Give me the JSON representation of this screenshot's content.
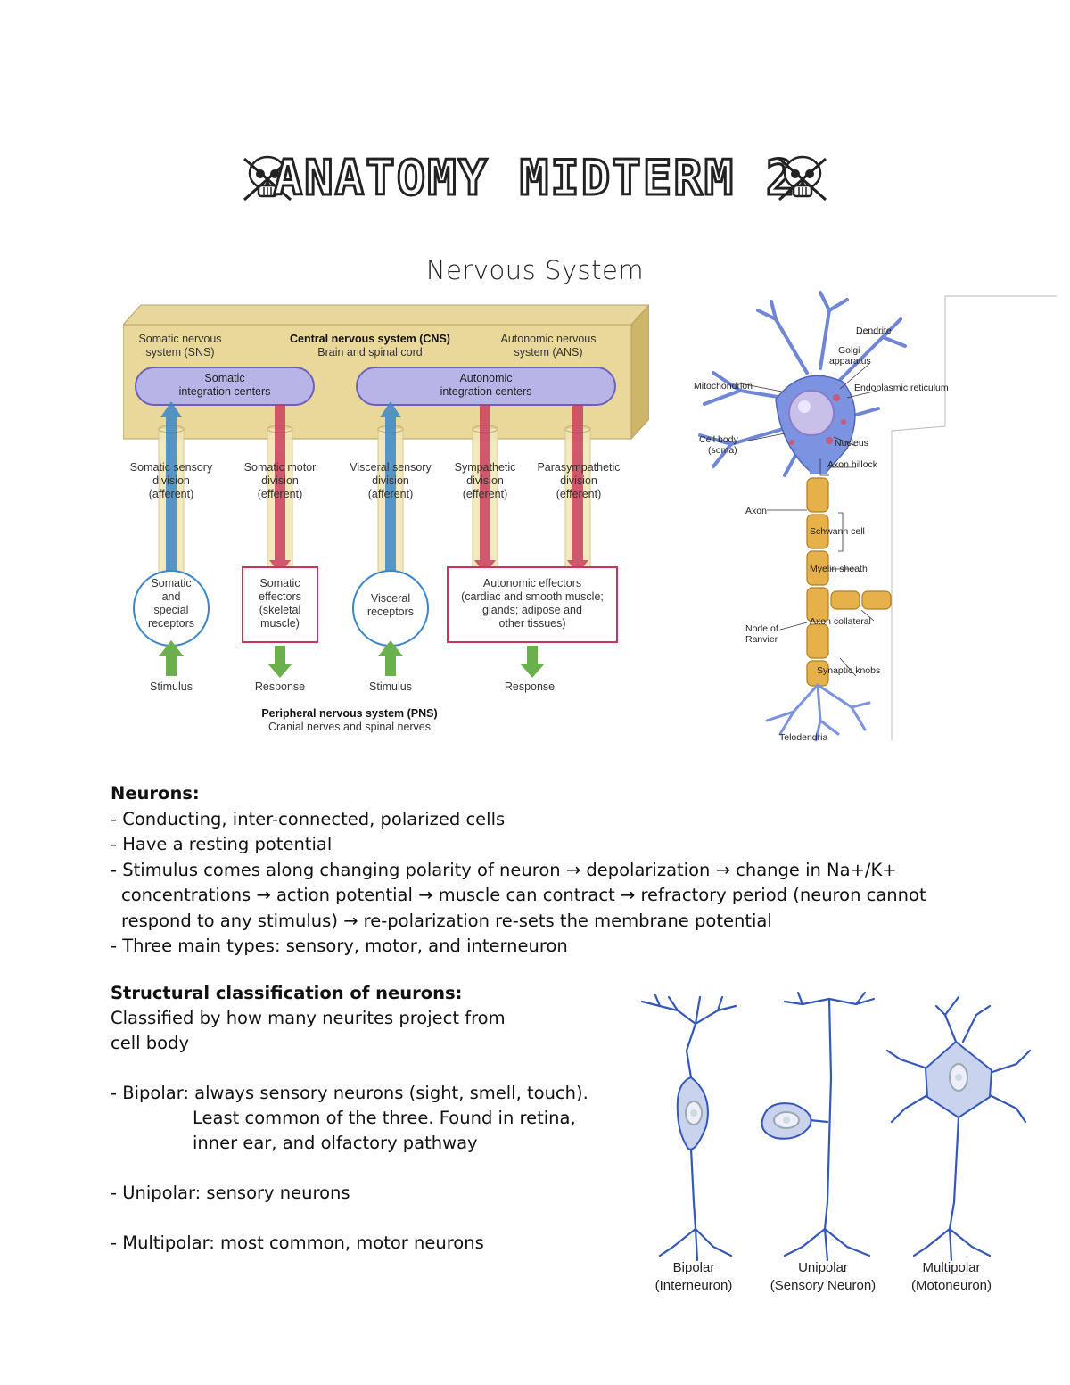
{
  "title": "ANATOMY MIDTERM 2",
  "section_heading": "Nervous System",
  "ns_diagram": {
    "sns": [
      "Somatic nervous",
      "system (SNS)"
    ],
    "cns_title": "Central nervous system (CNS)",
    "cns_sub": "Brain and spinal cord",
    "ans": [
      "Autonomic nervous",
      "system (ANS)"
    ],
    "somatic_centers": [
      "Somatic",
      "integration centers"
    ],
    "autonomic_centers": [
      "Autonomic",
      "integration centers"
    ],
    "divisions": [
      [
        "Somatic sensory",
        "division",
        "(afferent)"
      ],
      [
        "Somatic motor",
        "division",
        "(efferent)"
      ],
      [
        "Visceral sensory",
        "division",
        "(afferent)"
      ],
      [
        "Sympathetic",
        "division",
        "(efferent)"
      ],
      [
        "Parasympathetic",
        "division",
        "(efferent)"
      ]
    ],
    "somatic_receptors": [
      "Somatic",
      "and",
      "special",
      "receptors"
    ],
    "somatic_effectors": [
      "Somatic",
      "effectors",
      "(skeletal",
      "muscle)"
    ],
    "visceral_receptors": [
      "Visceral",
      "receptors"
    ],
    "autonomic_effectors": [
      "Autonomic effectors",
      "(cardiac and smooth muscle;",
      "glands; adipose and",
      "other tissues)"
    ],
    "bottom": [
      "Stimulus",
      "Response",
      "Stimulus",
      "Response"
    ],
    "pns_title": "Peripheral nervous system (PNS)",
    "pns_sub": "Cranial nerves and spinal nerves"
  },
  "neuron_labels": {
    "dendrite": "Dendrite",
    "golgi": [
      "Golgi",
      "apparatus"
    ],
    "mitochondrion": "Mitochondrion",
    "er": "Endoplasmic reticulum",
    "cell_body": [
      "Cell body",
      "(soma)"
    ],
    "nucleus": "Nucleus",
    "axon_hillock": "Axon hillock",
    "axon": "Axon",
    "schwann": "Schwann cell",
    "myelin": "Myelin sheath",
    "node": [
      "Node of",
      "Ranvier"
    ],
    "collateral": "Axon collateral",
    "knobs": "Synaptic knobs",
    "telodendria": "Telodendria"
  },
  "neurons_section": {
    "heading": "Neurons:",
    "bullets": [
      "Conducting, inter-connected, polarized cells",
      "Have a resting potential",
      "Stimulus comes along changing polarity of neuron → depolarization → change in Na+/K+",
      "Three main types: sensory, motor, and interneuron"
    ],
    "continuation": [
      "concentrations → action potential → muscle can contract → refractory period (neuron cannot",
      "respond to any stimulus) → re-polarization re-sets the membrane potential"
    ]
  },
  "structural": {
    "heading": "Structural classification of neurons:",
    "intro_1": "Classified by how many neurites project from",
    "intro_2": "cell body",
    "bipolar_1": "Bipolar: always sensory neurons (sight, smell, touch).",
    "bipolar_2": "Least common of the three. Found in retina,",
    "bipolar_3": "inner ear, and olfactory pathway",
    "unipolar": "Unipolar: sensory neurons",
    "multipolar": "Multipolar: most common, motor neurons"
  },
  "neuron_types": [
    {
      "name": "Bipolar",
      "sub": "(Interneuron)"
    },
    {
      "name": "Unipolar",
      "sub": "(Sensory Neuron)"
    },
    {
      "name": "Multipolar",
      "sub": "(Motoneuron)"
    }
  ]
}
